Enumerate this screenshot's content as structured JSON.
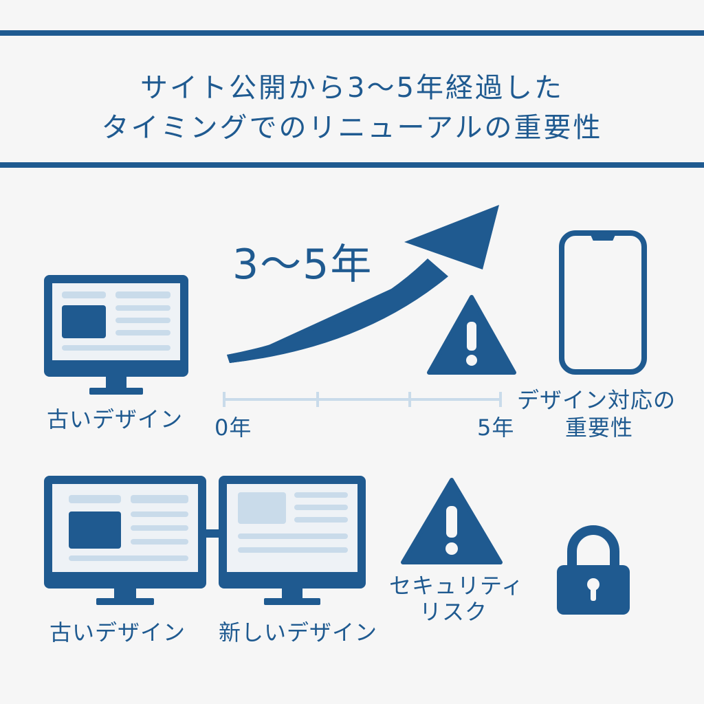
{
  "header": {
    "title_line1": "サイト公開から3～5年経過した",
    "title_line2": "タイミングでのリニューアルの重要性"
  },
  "timeline": {
    "years_label": "3～5年",
    "start_label": "0年",
    "end_label": "5年"
  },
  "labels": {
    "old_design_top": "古いデザイン",
    "design_importance_line1": "デザイン対応の",
    "design_importance_line2": "重要性",
    "old_design_bottom": "古いデザイン",
    "new_design": "新しいデザイン",
    "security_line1": "セキュリティ",
    "security_line2": "リスク"
  },
  "colors": {
    "primary": "#1f5a90",
    "light": "#c9dbea",
    "background": "#f6f6f6"
  }
}
